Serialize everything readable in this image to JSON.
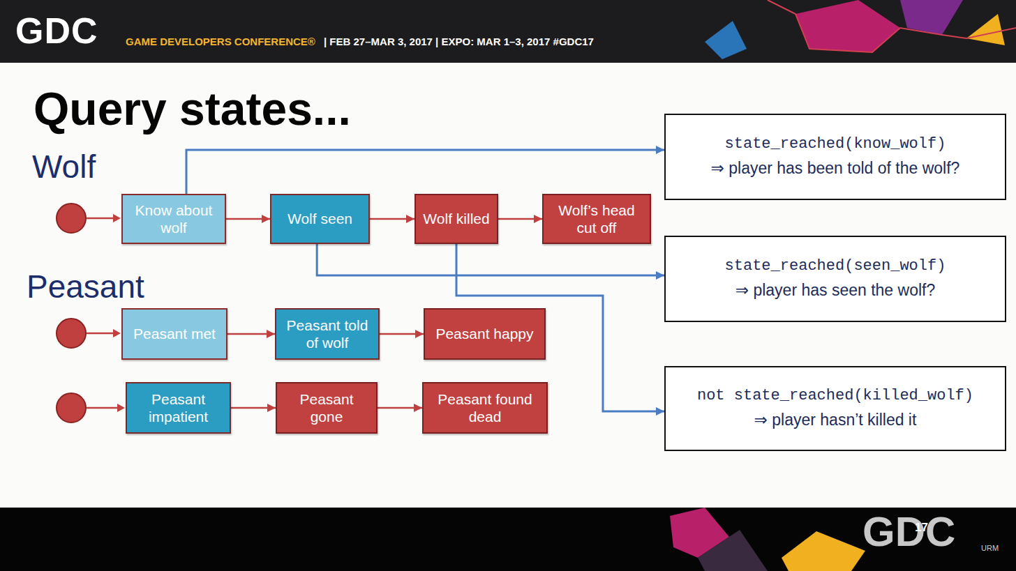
{
  "diagram": {
    "title": "Query states...",
    "nodes": [
      {
        "text": [
          "Know about wolf"
        ]
      },
      {
        "text": [
          "Wolf seen"
        ]
      },
      {
        "text": [
          "Wolf killed"
        ]
      },
      {
        "text": [
          "Wolf’s head cut off"
        ]
      },
      {
        "text": [
          "state_reached(know_wolf)",
          "⇒ player has been told of the wolf?"
        ]
      },
      {
        "text": [
          "Peasant met"
        ]
      },
      {
        "text": [
          "Peasant told of wolf"
        ]
      },
      {
        "text": [
          "Peasant happy"
        ]
      },
      {
        "text": [
          "state_reached(seen_wolf)",
          "⇒ player has seen the wolf?"
        ]
      },
      {
        "text": [
          "Peasant impatient"
        ]
      },
      {
        "text": [
          "Peasant gone"
        ]
      },
      {
        "text": [
          "Peasant found dead"
        ]
      },
      {
        "text": [
          "not state_reached(killed_wolf)",
          "⇒ player hasn’t killed it"
        ]
      }
    ],
    "edges": [
      {
        "from": 0,
        "to": 1,
        "arrow": "to"
      },
      {
        "from": 1,
        "to": 2,
        "arrow": "to"
      },
      {
        "from": 2,
        "to": 3,
        "arrow": "to"
      },
      {
        "from": 5,
        "to": 6,
        "arrow": "to"
      },
      {
        "from": 6,
        "to": 7,
        "arrow": "to"
      },
      {
        "from": 9,
        "to": 10,
        "arrow": "to"
      },
      {
        "from": 10,
        "to": 11,
        "arrow": "to"
      },
      {
        "from": 0,
        "to": 4,
        "arrow": "to"
      },
      {
        "from": 1,
        "to": 8,
        "arrow": "to"
      },
      {
        "from": 2,
        "to": 12,
        "arrow": "to"
      }
    ],
    "labels": [
      "GDC",
      "GAME DEVELOPERS CONFERENCE®",
      "| FEB 27–MAR 3, 2017 | EXPO: MAR 1–3, 2017 #GDC17",
      "Wolf",
      "Peasant",
      "GDC",
      "17",
      "URM"
    ]
  }
}
